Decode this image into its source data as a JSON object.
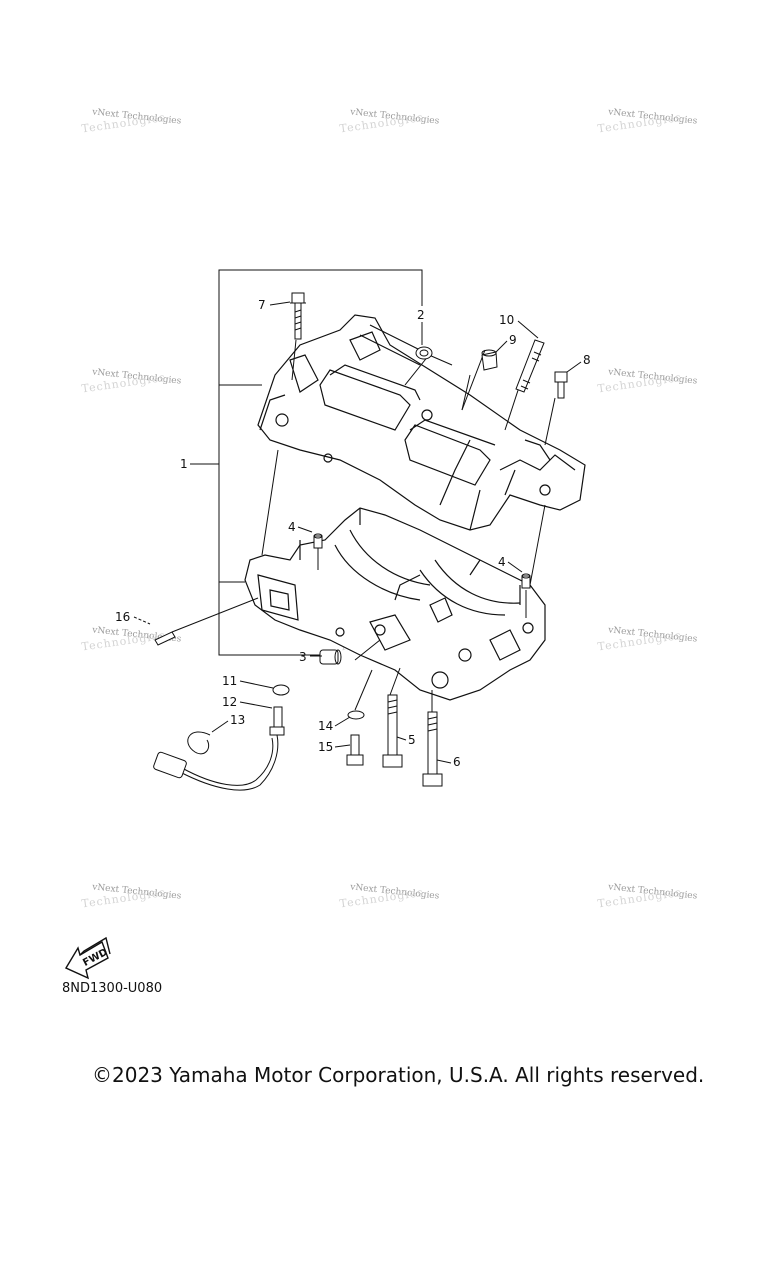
{
  "watermark_text": "vNext Technologies",
  "watermark_ghost": "Technologies",
  "callouts": [
    {
      "id": "1",
      "label": "1"
    },
    {
      "id": "2",
      "label": "2"
    },
    {
      "id": "3",
      "label": "3"
    },
    {
      "id": "4a",
      "label": "4"
    },
    {
      "id": "4b",
      "label": "4"
    },
    {
      "id": "5",
      "label": "5"
    },
    {
      "id": "6",
      "label": "6"
    },
    {
      "id": "7",
      "label": "7"
    },
    {
      "id": "8",
      "label": "8"
    },
    {
      "id": "9",
      "label": "9"
    },
    {
      "id": "10",
      "label": "10"
    },
    {
      "id": "11",
      "label": "11"
    },
    {
      "id": "12",
      "label": "12"
    },
    {
      "id": "13",
      "label": "13"
    },
    {
      "id": "14",
      "label": "14"
    },
    {
      "id": "15",
      "label": "15"
    },
    {
      "id": "16",
      "label": "16"
    }
  ],
  "fwd_label": "FWD",
  "diagram_code": "8ND1300-U080",
  "copyright": "©2023 Yamaha Motor Corporation, U.S.A. All rights reserved."
}
